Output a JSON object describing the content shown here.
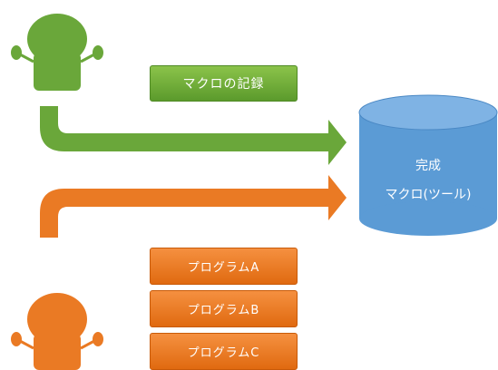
{
  "diagram": {
    "green_label": "マクロの記録",
    "cylinder": {
      "title": "完成",
      "subtitle": "マクロ(ツール)"
    },
    "programs": [
      "プログラムA",
      "プログラムB",
      "プログラムC"
    ]
  },
  "colors": {
    "green": "#6aa73a",
    "orange": "#ea7a24",
    "blue": "#5b9bd5"
  }
}
